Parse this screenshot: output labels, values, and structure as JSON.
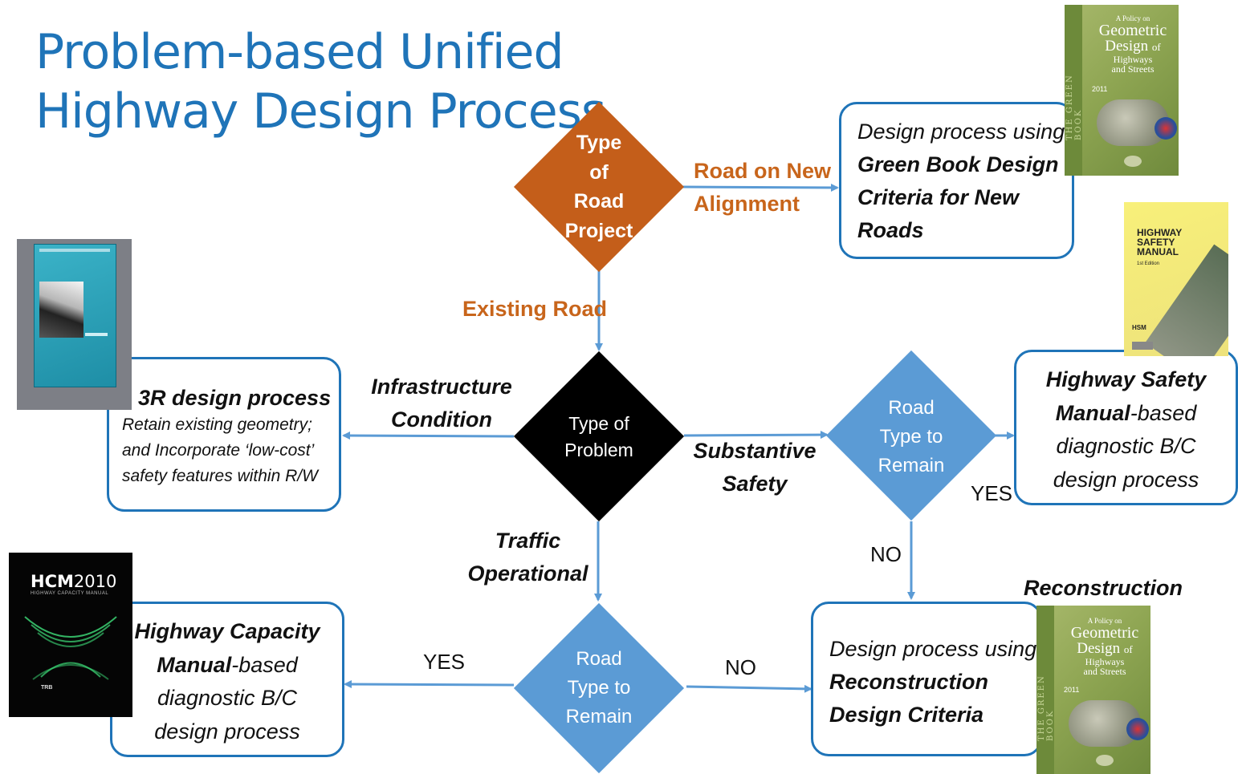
{
  "title": {
    "line1": "Problem-based Unified",
    "line2": "Highway Design Process"
  },
  "nodes": {
    "type_of_road_project": {
      "lines": [
        "Type",
        "of",
        "Road",
        "Project"
      ],
      "color": "#c45e1a"
    },
    "type_of_problem": {
      "lines": [
        "Type of",
        "Problem"
      ],
      "color": "#000000"
    },
    "road_type_remain_right": {
      "lines": [
        "Road",
        "Type to",
        "Remain"
      ],
      "color": "#5b9bd5"
    },
    "road_type_remain_bottom": {
      "lines": [
        "Road",
        "Type to",
        "Remain"
      ],
      "color": "#5b9bd5"
    }
  },
  "boxes": {
    "new_roads": {
      "line1": "Design process using",
      "line2": "Green Book Design",
      "line3": "Criteria for New",
      "line4": "Roads"
    },
    "r3": {
      "heading": "3R design process",
      "line1": "Retain existing geometry;",
      "line2": "and Incorporate ‘low-cost’",
      "line3": "safety features within R/W"
    },
    "hsm": {
      "line1": "Highway Safety",
      "line2_bold": "Manual",
      "line2_rest": "-based",
      "line3": "diagnostic B/C",
      "line4": "design process"
    },
    "hcm": {
      "line1": "Highway Capacity",
      "line2_bold": "Manual",
      "line2_rest": "-based",
      "line3": "diagnostic B/C",
      "line4": "design process"
    },
    "reconstruction": {
      "line1": "Design process using",
      "line2": "Reconstruction",
      "line3": "Design Criteria"
    }
  },
  "edge_labels": {
    "road_on_new_1": "Road on New",
    "road_on_new_2": "Alignment",
    "existing_road": "Existing Road",
    "infra_1": "Infrastructure",
    "infra_2": "Condition",
    "safety_1": "Substantive",
    "safety_2": "Safety",
    "traffic_1": "Traffic",
    "traffic_2": "Operational",
    "yes_right": "YES",
    "no_right": "NO",
    "yes_bottom": "YES",
    "no_bottom": "NO",
    "reconstruction": "Reconstruction"
  },
  "books": {
    "green_book": {
      "line1": "A Policy on",
      "line2": "Geometric",
      "line3": "Design",
      "line4": "of",
      "line5": "Highways",
      "line6": "and Streets",
      "year": "2011",
      "spine": "THE GREEN BOOK"
    },
    "hsm_book": {
      "line1": "HIGHWAY",
      "line2": "SAFETY",
      "line3": "MANUAL",
      "edition": "1st Edition",
      "logo": "HSM"
    },
    "hcm_book": {
      "brand_bold": "HCM",
      "brand_rest": "2010",
      "subtitle": "HIGHWAY CAPACITY MANUAL",
      "publisher": "TRB"
    }
  },
  "colors": {
    "blue": "#1f74b8",
    "arrow": "#5b9bd5",
    "orange": "#c45e1a"
  }
}
